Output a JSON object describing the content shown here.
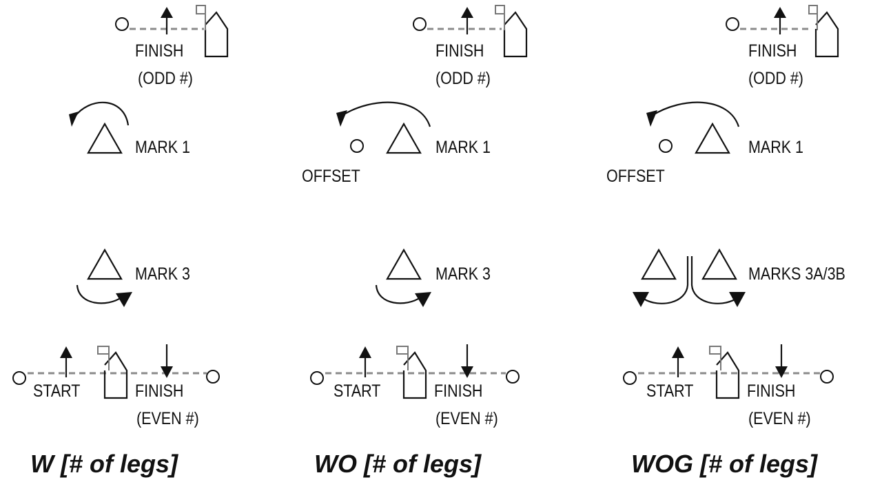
{
  "courses": [
    {
      "title": "W [# of legs]",
      "finish_top": "FINISH",
      "finish_top_note": "(ODD #)",
      "mark1": "MARK 1",
      "mark3": "MARK 3",
      "start": "START",
      "finish_bottom": "FINISH",
      "finish_bottom_note": "(EVEN #)"
    },
    {
      "title": "WO [# of legs]",
      "finish_top": "FINISH",
      "finish_top_note": "(ODD #)",
      "mark1": "MARK 1",
      "offset": "OFFSET",
      "mark3": "MARK 3",
      "start": "START",
      "finish_bottom": "FINISH",
      "finish_bottom_note": "(EVEN #)"
    },
    {
      "title": "WOG [# of legs]",
      "finish_top": "FINISH",
      "finish_top_note": "(ODD #)",
      "mark1": "MARK 1",
      "offset": "OFFSET",
      "mark3": "MARKS 3A/3B",
      "start": "START",
      "finish_bottom": "FINISH",
      "finish_bottom_note": "(EVEN #)"
    }
  ]
}
